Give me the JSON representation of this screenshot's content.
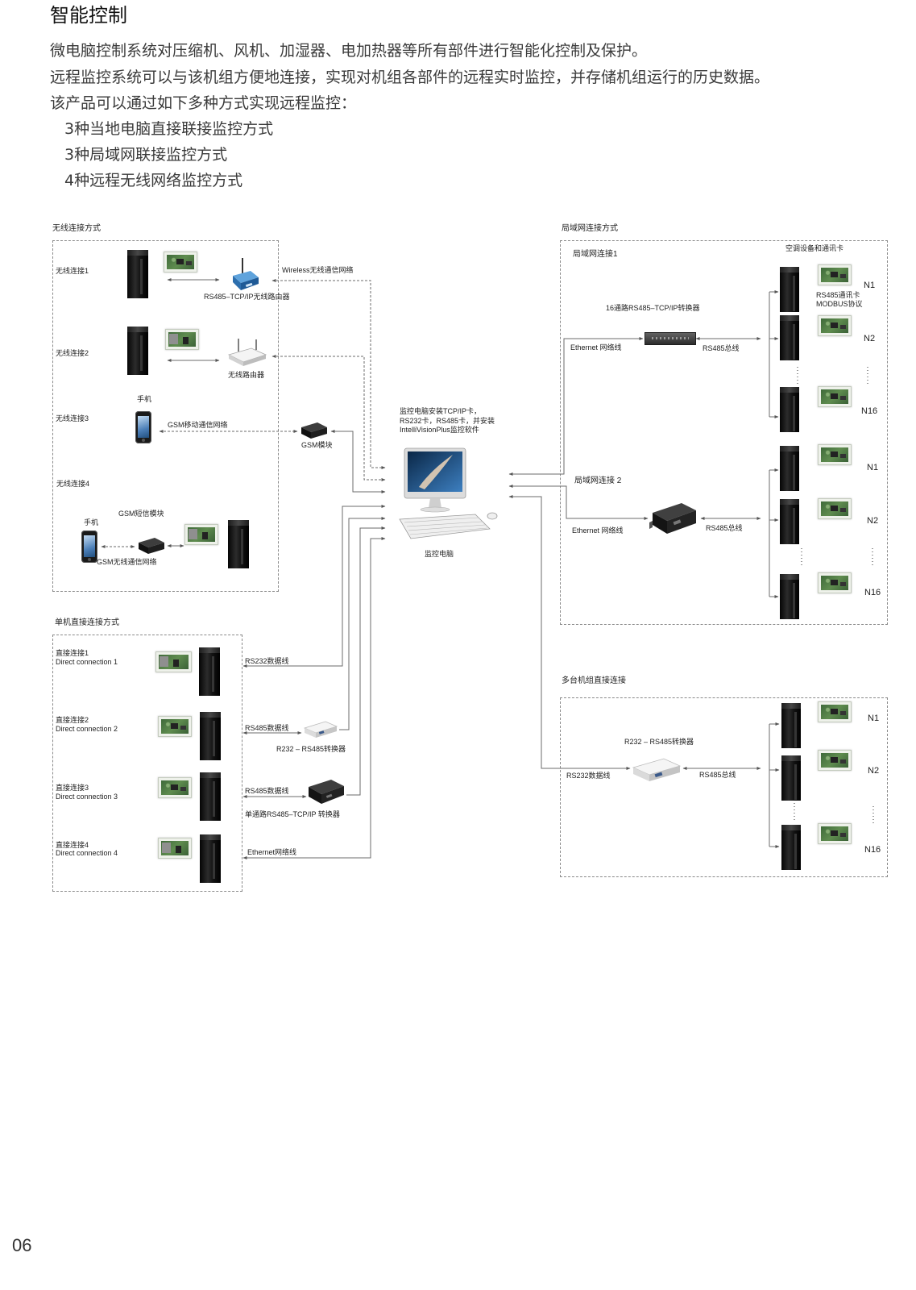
{
  "header": {
    "title": "智能控制",
    "intro": [
      "微电脑控制系统对压缩机、风机、加湿器、电加热器等所有部件进行智能化控制及保护。",
      "远程监控系统可以与该机组方便地连接，实现对机组各部件的远程实时监控，并存储机组运行的历史数据。",
      "该产品可以通过如下多种方式实现远程监控："
    ],
    "methods": [
      "3种当地电脑直接联接监控方式",
      "3种局域网联接监控方式",
      "4种远程无线网络监控方式"
    ]
  },
  "wireless": {
    "section": "无线连接方式",
    "w1": {
      "label": "无线连接1",
      "device": "RS485–TCP/IP无线路由器",
      "network": "Wireless无线通信网络"
    },
    "w2": {
      "label": "无线连接2",
      "device": "无线路由器"
    },
    "w3": {
      "label": "无线连接3",
      "phone": "手机",
      "network": "GSM移动通信网络",
      "device": "GSM模块"
    },
    "w4": {
      "label": "无线连接4",
      "module": "GSM短信模块",
      "phone": "手机",
      "network": "GSM无线通信网络"
    }
  },
  "direct": {
    "section": "单机直接连接方式",
    "items": [
      {
        "label_cn": "直接连接1",
        "label_en": "Direct connection 1",
        "cable": "RS232数据线"
      },
      {
        "label_cn": "直接连接2",
        "label_en": "Direct connection 2",
        "cable": "RS485数据线",
        "device": "R232 – RS485转换器"
      },
      {
        "label_cn": "直接连接3",
        "label_en": "Direct connection 3",
        "cable": "RS485数据线",
        "device": "单通路RS485–TCP/IP 转换器"
      },
      {
        "label_cn": "直接连接4",
        "label_en": "Direct connection 4",
        "cable": "Ethernet网络线"
      }
    ]
  },
  "computer": {
    "note": [
      "监控电脑安装TCP/IP卡，",
      "RS232卡，RS485卡，并安装",
      "IntelliVisionPlus监控软件"
    ],
    "label": "监控电脑"
  },
  "lan": {
    "section": "局域网连接方式",
    "units_caption": "空调设备和通讯卡",
    "card_caption": [
      "RS485通讯卡",
      "MODBUS协议"
    ],
    "lan1": {
      "label": "局域网连接1",
      "device": "16通路RS485–TCP/IP转换器",
      "ethernet": "Ethernet 网络线",
      "bus": "RS485总线",
      "nodes": [
        "N1",
        "N2",
        "N16"
      ]
    },
    "lan2": {
      "label": "局域网连接 2",
      "ethernet": "Ethernet 网络线",
      "bus": "RS485总线",
      "nodes": [
        "N1",
        "N2",
        "N16"
      ]
    }
  },
  "multi": {
    "section": "多台机组直接连接",
    "device": "R232 – RS485转换器",
    "cable": "RS232数据线",
    "bus": "RS485总线",
    "nodes": [
      "N1",
      "N2",
      "N16"
    ]
  },
  "footer": {
    "page_number": "06"
  }
}
